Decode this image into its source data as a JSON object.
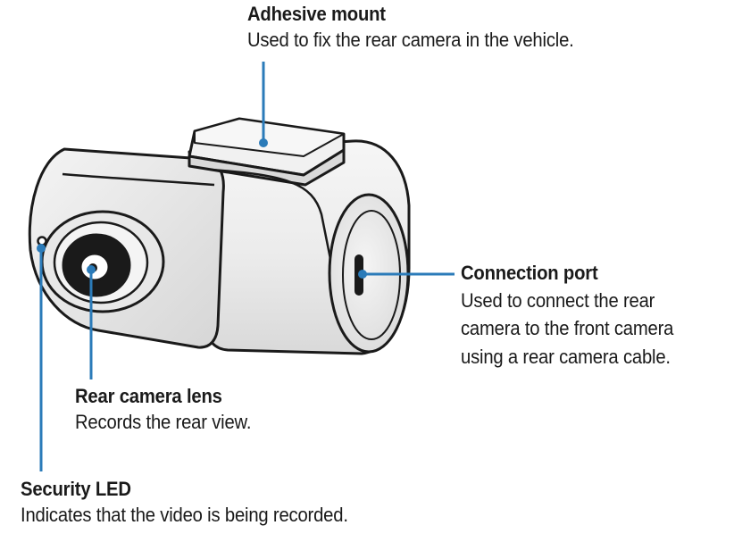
{
  "colors": {
    "leader_line": "#2b7bb9",
    "outline": "#1a1a1a",
    "body_fill": "#ececec",
    "body_highlight": "#f7f7f7",
    "lens_fill": "#e4e4e4",
    "lens_dark": "#1a1a1a"
  },
  "callouts": {
    "adhesive_mount": {
      "title": "Adhesive mount",
      "description": "Used to fix the rear camera in the vehicle."
    },
    "connection_port": {
      "title": "Connection port",
      "description": "Used to connect the rear\ncamera to the front camera\nusing a rear camera cable."
    },
    "rear_camera_lens": {
      "title": "Rear camera lens",
      "description": "Records the rear view."
    },
    "security_led": {
      "title": "Security LED",
      "description": "Indicates that the video is being recorded."
    }
  }
}
